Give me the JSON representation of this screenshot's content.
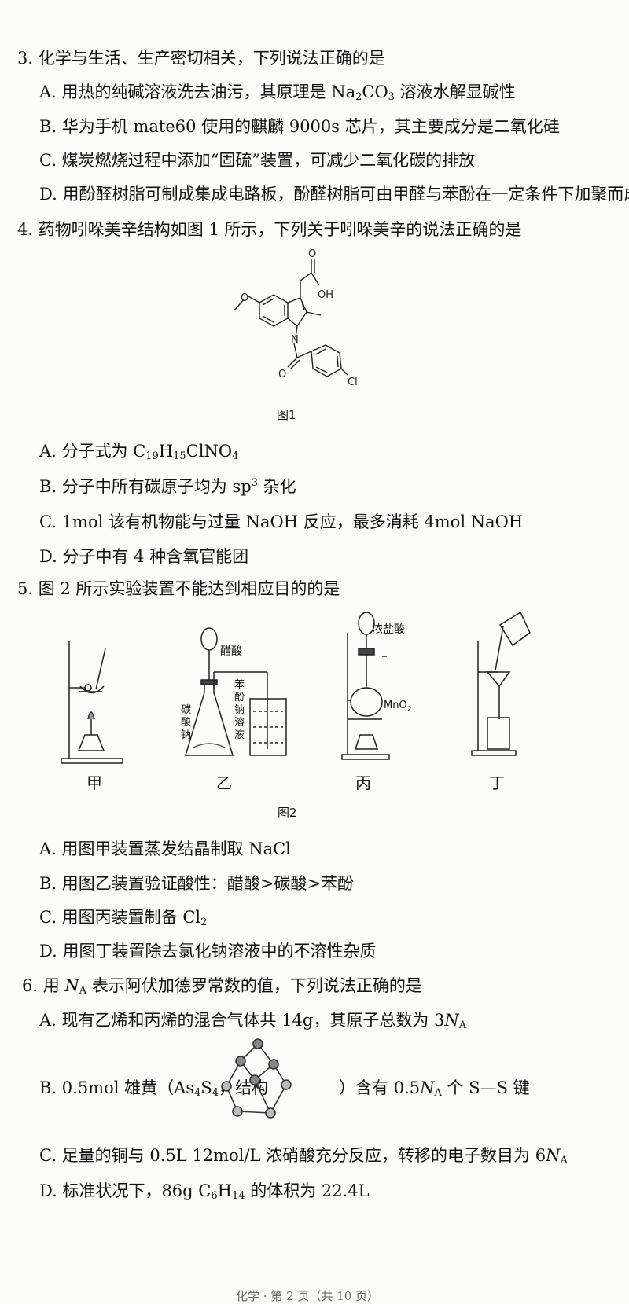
{
  "q3": {
    "stem": "3. 化学与生活、生产密切相关，下列说法正确的是",
    "A": {
      "p1": "A. 用热的纯碱溶液洗去油污，其原理是 Na",
      "s1": "2",
      "p2": "CO",
      "s2": "3",
      "p3": " 溶液水解显碱性"
    },
    "B": "B. 华为手机 mate60 使用的麒麟 9000s 芯片，其主要成分是二氧化硅",
    "C": "C. 煤炭燃烧过程中添加“固硫”装置，可减少二氧化碳的排放",
    "D": "D. 用酚醛树脂可制成集成电路板，酚醛树脂可由甲醛与苯酚在一定条件下加聚而成"
  },
  "q4": {
    "stem": "4. 药物吲哚美辛结构如图 1 所示，下列关于吲哚美辛的说法正确的是",
    "fig_caption": "图1",
    "mol_labels": {
      "o_top": "O",
      "oh": "OH",
      "o_methoxy": "O",
      "n": "N",
      "o_carbonyl": "O",
      "cl": "Cl"
    },
    "A": {
      "p1": "A. 分子式为 C",
      "s1": "19",
      "p2": "H",
      "s2": "15",
      "p3": "ClNO",
      "s3": "4"
    },
    "B": {
      "p1": "B. 分子中所有碳原子均为 sp",
      "sup": "3",
      "p2": " 杂化"
    },
    "C": "C. 1mol 该有机物能与过量 NaOH 反应，最多消耗 4mol NaOH",
    "D": "D. 分子中有 4 种含氧官能团"
  },
  "q5": {
    "stem": "5. 图 2 所示实验装置不能达到相应目的的是",
    "fig_caption": "图2",
    "apparatus_labels": {
      "jia": "甲",
      "yi": "乙",
      "bing": "丙",
      "ding": "丁"
    },
    "yi_labels": {
      "acetic": "醋酸",
      "carbonate": [
        "碳",
        "酸",
        "钠"
      ],
      "phenolate": [
        "苯",
        "酚",
        "钠",
        "溶",
        "液"
      ]
    },
    "bing_labels": {
      "hcl": "浓盐酸",
      "mno2": "MnO",
      "mno2_sub": "2"
    },
    "A": "A. 用图甲装置蒸发结晶制取 NaCl",
    "B": "B. 用图乙装置验证酸性：醋酸>碳酸>苯酚",
    "C": {
      "p1": "C. 用图丙装置制备 Cl",
      "s1": "2"
    },
    "D": "D. 用图丁装置除去氯化钠溶液中的不溶性杂质"
  },
  "q6": {
    "stem": {
      "p1": "6. 用 ",
      "na": "N",
      "na_sub": "A",
      "p2": " 表示阿伏加德罗常数的值，下列说法正确的是"
    },
    "A": {
      "p1": "A. 现有乙烯和丙烯的混合气体共 14g，其原子总数为 3",
      "na": "N",
      "na_sub": "A"
    },
    "B": {
      "p1": "B. 0.5mol 雄黄（As",
      "s1": "4",
      "p2": "S",
      "s2": "4",
      "p3": "，结构",
      "p4": "）含有 0.5",
      "na": "N",
      "na_sub": "A",
      "p5": " 个 S—S 键"
    },
    "C": {
      "p1": "C. 足量的铜与 0.5L 12mol/L 浓硝酸充分反应，转移的电子数目为 6",
      "na": "N",
      "na_sub": "A"
    },
    "D": {
      "p1": "D. 标准状况下，86g C",
      "s1": "6",
      "p2": "H",
      "s2": "14",
      "p3": " 的体积为 22.4L"
    }
  },
  "footer": "化学 · 第 2 页（共 10 页）"
}
